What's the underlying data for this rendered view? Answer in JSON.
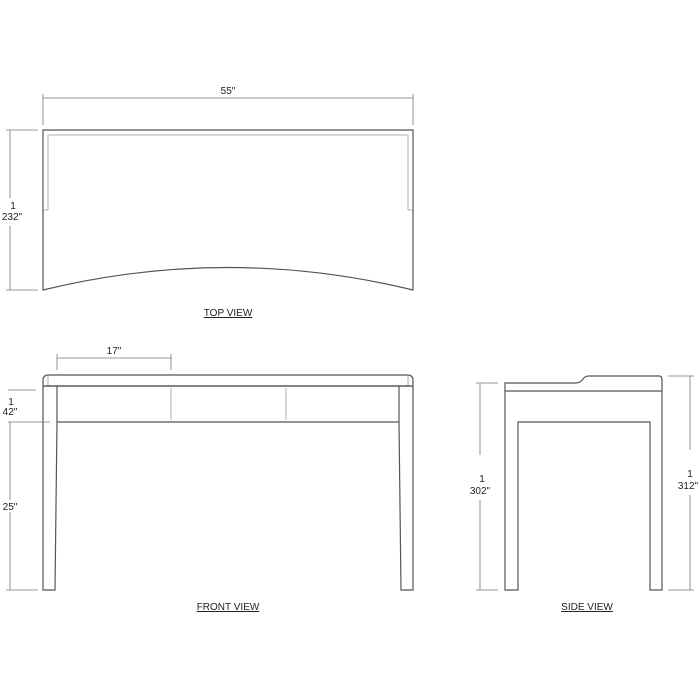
{
  "top_view": {
    "label": "TOP  VIEW",
    "width_dim": "55\"",
    "depth_dim_top": "1",
    "depth_dim_bottom": "232\""
  },
  "front_view": {
    "label": "FRONT  VIEW",
    "drawer_dim": "17\"",
    "apron_dim_top": "1",
    "apron_dim_bottom": "42\"",
    "leg_dim": "25\""
  },
  "side_view": {
    "label": "SIDE  VIEW",
    "left_dim_top": "1",
    "left_dim_bottom": "302\"",
    "right_dim_top": "1",
    "right_dim_bottom": "312\""
  }
}
